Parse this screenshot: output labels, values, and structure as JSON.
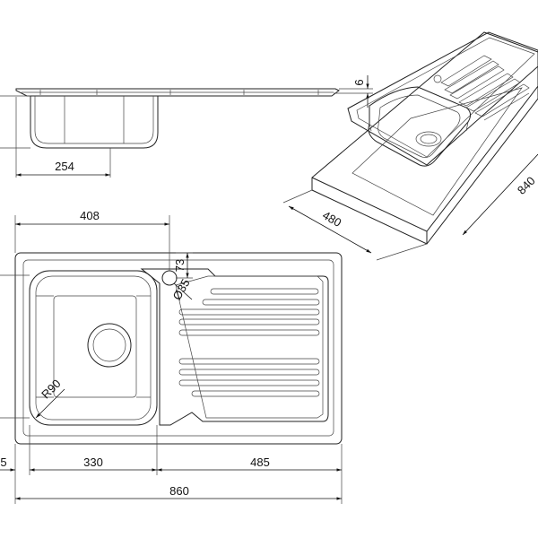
{
  "dimensions": {
    "side_depth": "6",
    "side_width": "254",
    "overall_depth": "480",
    "overall_length": "840",
    "bowl_center_offset": "408",
    "tap_hole_offset": "73",
    "tap_hole_diameter": "Ø35",
    "corner_radius": "R90",
    "left_margin": "5",
    "bowl_width": "330",
    "drainer_width": "485",
    "total_width": "860"
  }
}
